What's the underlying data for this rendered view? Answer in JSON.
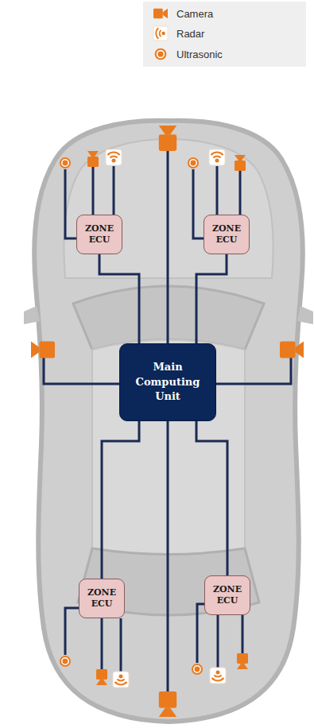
{
  "diagram": {
    "nodes": [
      {
        "text": [
          "ZONE ECU"
        ]
      },
      {
        "text": [
          "ZONE ECU"
        ]
      },
      {
        "text": [
          "Main Computing Unit"
        ]
      },
      {
        "text": [
          "ZONE ECU"
        ]
      },
      {
        "text": [
          "ZONE ECU"
        ]
      }
    ],
    "edges": [
      {
        "from": 0,
        "to": 2,
        "arrow": "none"
      },
      {
        "from": 1,
        "to": 2,
        "arrow": "none"
      },
      {
        "from": 2,
        "to": 3,
        "arrow": "none"
      },
      {
        "from": 2,
        "to": 4,
        "arrow": "none"
      }
    ],
    "legend": [
      {
        "text": "Camera"
      },
      {
        "text": "Radar"
      },
      {
        "text": "Ultrasonic"
      }
    ]
  }
}
